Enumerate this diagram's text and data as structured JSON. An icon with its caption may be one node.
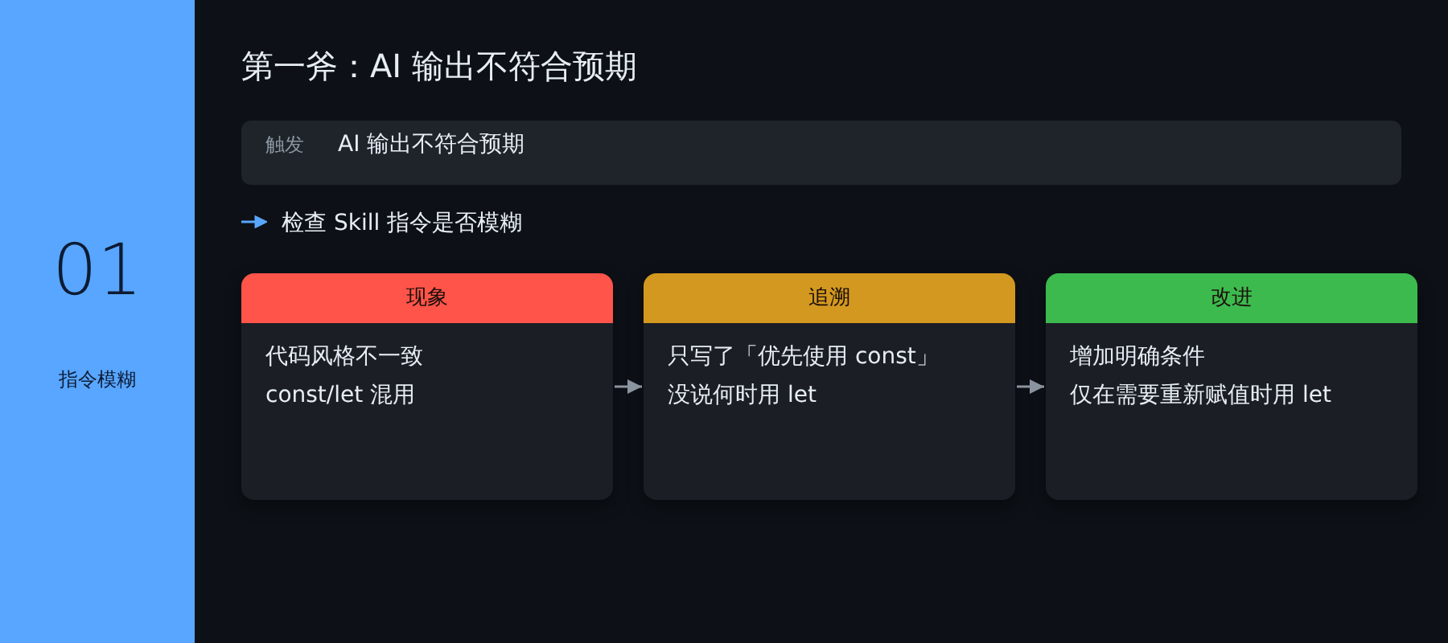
{
  "diagram": {
    "title": "第一斧：AI 输出不符合预期",
    "nodes": [
      {
        "text": [
          "01",
          "指令模糊"
        ]
      },
      {
        "text": [
          "触发",
          "AI 输出不符合预期"
        ]
      },
      {
        "text": [
          "现象",
          "代码风格不一致",
          "const/let 混用"
        ]
      },
      {
        "text": [
          "追溯",
          "只写了「优先使用 const」",
          "没说何时用 let"
        ]
      },
      {
        "text": [
          "改进",
          "增加明确条件",
          "仅在需要重新赋值时用 let"
        ]
      }
    ],
    "edges": [
      {
        "from": 2,
        "to": 3,
        "arrow": "to"
      },
      {
        "from": 3,
        "to": 4,
        "arrow": "to"
      }
    ],
    "labels": [
      "检查 Skill 指令是否模糊"
    ]
  }
}
